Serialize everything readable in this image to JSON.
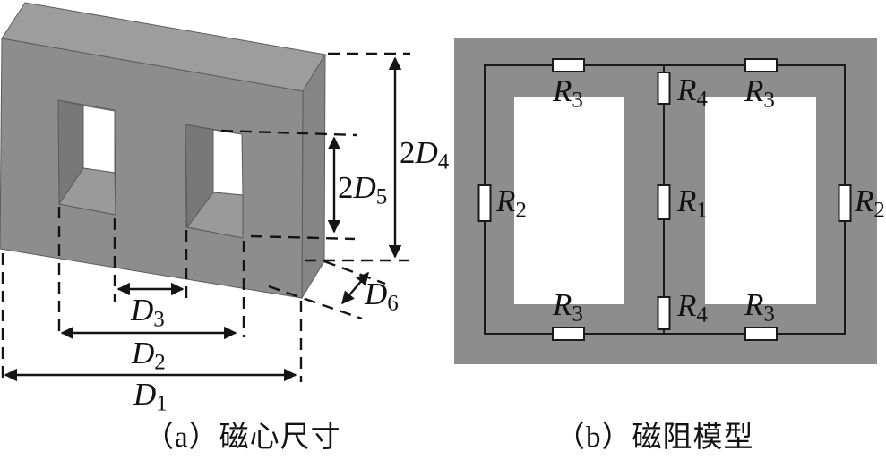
{
  "figure_a": {
    "caption": "（a）磁心尺寸",
    "dimension_labels": [
      {
        "id": "2D4",
        "prefix": "2",
        "base": "D",
        "sub": "4"
      },
      {
        "id": "2D5",
        "prefix": "2",
        "base": "D",
        "sub": "5"
      },
      {
        "id": "D6",
        "prefix": "",
        "base": "D",
        "sub": "6"
      },
      {
        "id": "D3",
        "prefix": "",
        "base": "D",
        "sub": "3"
      },
      {
        "id": "D2",
        "prefix": "",
        "base": "D",
        "sub": "2"
      },
      {
        "id": "D1",
        "prefix": "",
        "base": "D",
        "sub": "1"
      }
    ]
  },
  "figure_b": {
    "caption": "（b）磁阻模型",
    "reluctance_labels": [
      {
        "id": "R3-top-left",
        "base": "R",
        "sub": "3"
      },
      {
        "id": "R4-top-center",
        "base": "R",
        "sub": "4"
      },
      {
        "id": "R3-top-right",
        "base": "R",
        "sub": "3"
      },
      {
        "id": "R2-left",
        "base": "R",
        "sub": "2"
      },
      {
        "id": "R1-center",
        "base": "R",
        "sub": "1"
      },
      {
        "id": "R2-right",
        "base": "R",
        "sub": "2"
      },
      {
        "id": "R3-bottom-left",
        "base": "R",
        "sub": "3"
      },
      {
        "id": "R4-bottom-center",
        "base": "R",
        "sub": "4"
      },
      {
        "id": "R3-bottom-right",
        "base": "R",
        "sub": "3"
      }
    ]
  },
  "colors": {
    "core_front_gray": "#8d8d8d",
    "core_top_gray": "#9d9d9d",
    "core_side_gray": "#858585",
    "window_wall_gray": "#787878",
    "window_floor_gray": "#9a9a9a",
    "core_2d_gray": "#8d8d8d",
    "line_black": "#141414",
    "background": "#ffffff"
  }
}
